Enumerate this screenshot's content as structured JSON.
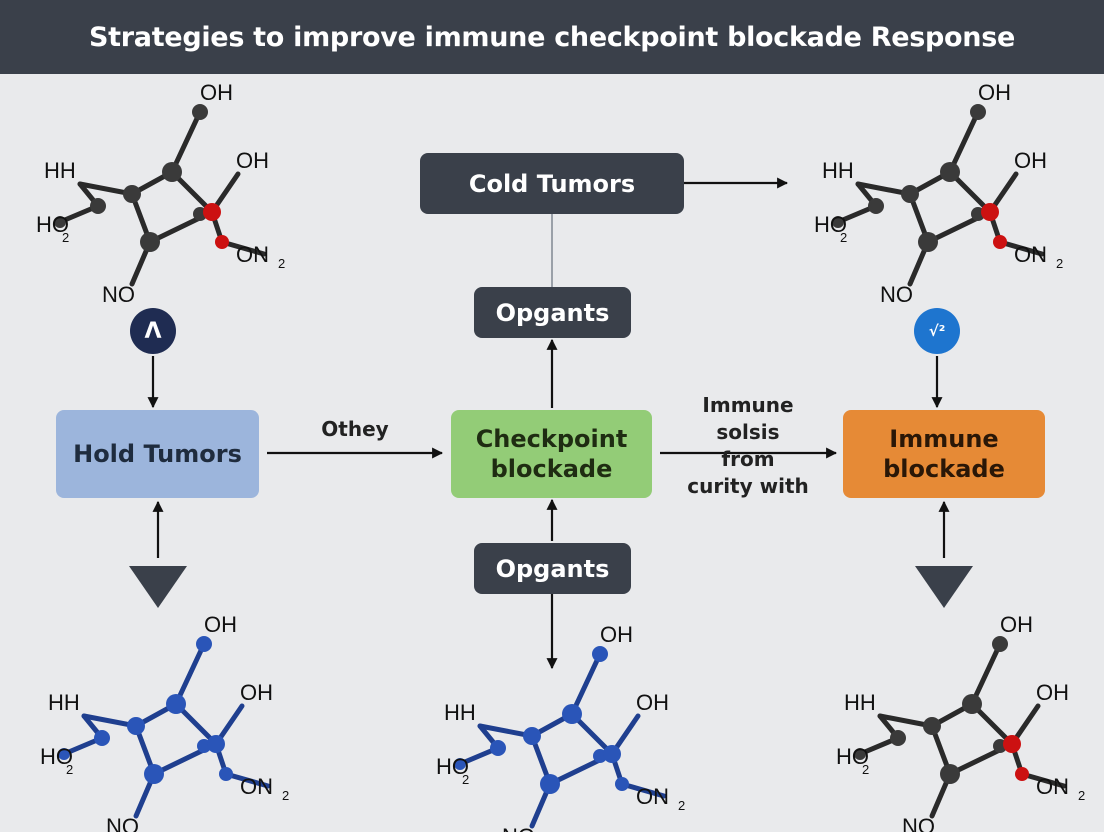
{
  "title": "Strategies to improve immune checkpoint blockade Response",
  "nodes": {
    "cold_tumors": "Cold Tumors",
    "opgants_top": "Opgants",
    "opgants_bottom": "Opgants",
    "hold_tumors": "Hold Tumors",
    "checkpoint_blockade": "Checkpoint\nblockade",
    "immune_blockade": "Immune\nblockade"
  },
  "edge_labels": {
    "hold_to_checkpoint": "Othey",
    "checkpoint_to_immune": "Immune\nsolsis\nfrom\ncurity with"
  },
  "badges": {
    "left": "Λ",
    "right": "√²"
  },
  "molecules": [
    {
      "id": "top-left",
      "oh1": "OH",
      "oh2": "OH",
      "hh": "HH",
      "ho": "HO",
      "sub": "2",
      "no": "NO",
      "on": "ON",
      "on_sub": "2"
    },
    {
      "id": "top-right",
      "oh1": "OH",
      "oh2": "OH",
      "hh": "HH",
      "ho": "HO",
      "sub": "2",
      "no": "NO",
      "on": "ON",
      "on_sub": "2"
    },
    {
      "id": "bottom-left",
      "oh1": "OH",
      "oh2": "OH",
      "hh": "HH",
      "ho": "HO",
      "sub": "2",
      "no": "NO",
      "on": "ON",
      "on_sub": "2"
    },
    {
      "id": "bottom-center",
      "oh1": "OH",
      "oh2": "OH",
      "hh": "HH",
      "ho": "HO",
      "sub": "2",
      "no": "NO",
      "on": "ON",
      "on_sub": "2"
    },
    {
      "id": "bottom-right",
      "oh1": "OH",
      "oh2": "OH",
      "hh": "HH",
      "ho": "HO",
      "sub": "2",
      "no": "NO",
      "on": "ON",
      "on_sub": "2"
    }
  ],
  "colors": {
    "header": "#3a404a",
    "dark_node": "#3a404a",
    "hold_node": "#9cb5dc",
    "checkpoint_node": "#93cc77",
    "immune_node": "#e68a36",
    "atom_gray": "#3a3a3a",
    "atom_blue": "#2a55b8",
    "atom_red": "#cc1111"
  }
}
